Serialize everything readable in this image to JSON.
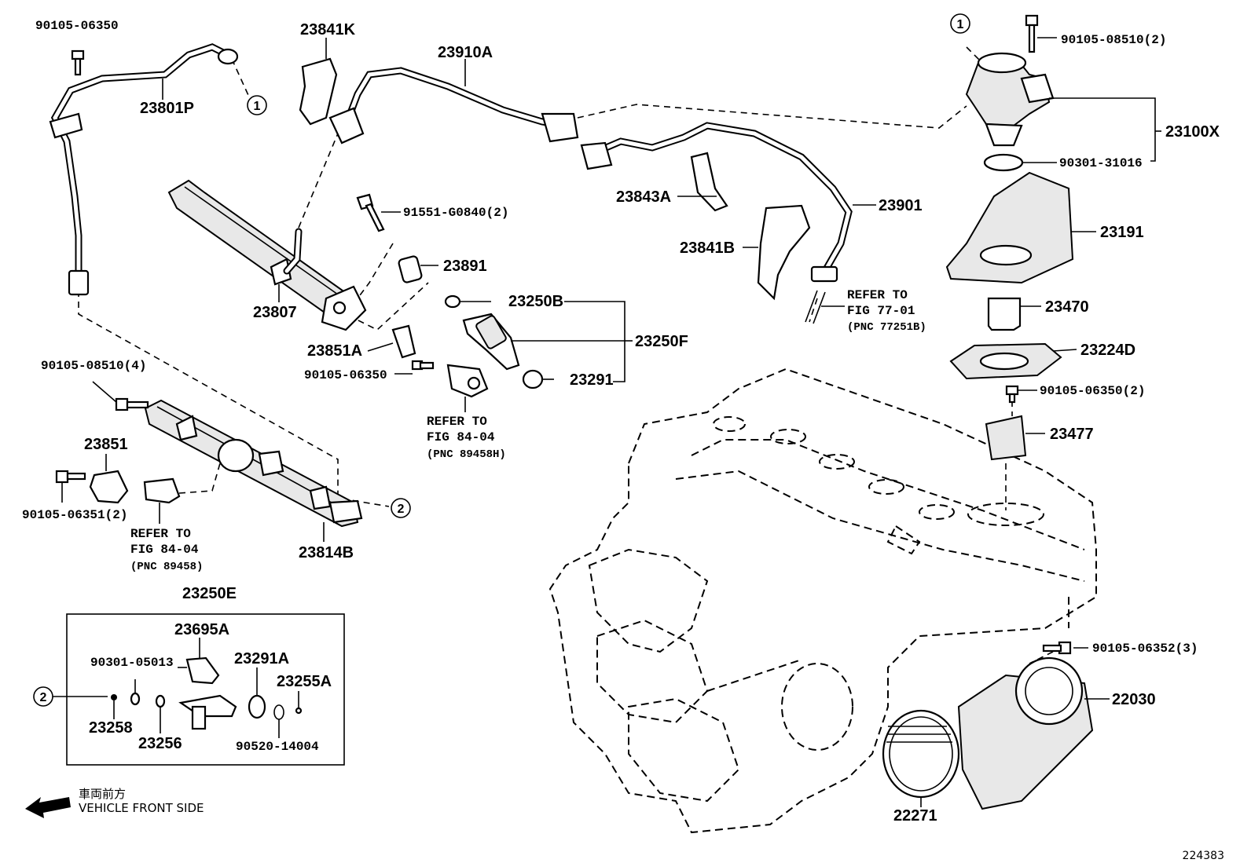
{
  "labels": {
    "p90105_06350_tl": "90105-06350",
    "p23801P": "23801P",
    "p23841K": "23841K",
    "p23910A": "23910A",
    "p90105_08510_2": "90105-08510(2)",
    "p23100X": "23100X",
    "p90301_31016": "90301-31016",
    "p23191": "23191",
    "p23470": "23470",
    "p23224D": "23224D",
    "p90105_06350_2": "90105-06350(2)",
    "p23477": "23477",
    "p23843A": "23843A",
    "p23901": "23901",
    "p23841B": "23841B",
    "p91551_G0840_2": "91551-G0840(2)",
    "p23891": "23891",
    "p23807": "23807",
    "p23250B": "23250B",
    "p23250F": "23250F",
    "p23851A": "23851A",
    "p90105_06350_mid": "90105-06350",
    "p23291": "23291",
    "p90105_08510_4": "90105-08510(4)",
    "p23851": "23851",
    "p90105_06351_2": "90105-06351(2)",
    "p23814B": "23814B",
    "p23250E": "23250E",
    "p23695A": "23695A",
    "p90301_05013": "90301-05013",
    "p23291A": "23291A",
    "p23255A": "23255A",
    "p23258": "23258",
    "p23256": "23256",
    "p90520_14004": "90520-14004",
    "p90105_06352_3": "90105-06352(3)",
    "p22030": "22030",
    "p22271": "22271"
  },
  "refs": {
    "refer_to": "REFER TO",
    "fig_77_01": "FIG 77-01",
    "pnc_77251B": "(PNC 77251B)",
    "fig_84_04": "FIG 84-04",
    "pnc_89458H": "(PNC 89458H)",
    "pnc_89458": "(PNC 89458)"
  },
  "circle_markers": [
    "1",
    "2"
  ],
  "direction": {
    "japanese": "車両前方",
    "english": "VEHICLE FRONT SIDE",
    "icon": "arrow-left-icon"
  },
  "diagram_id": "224383"
}
